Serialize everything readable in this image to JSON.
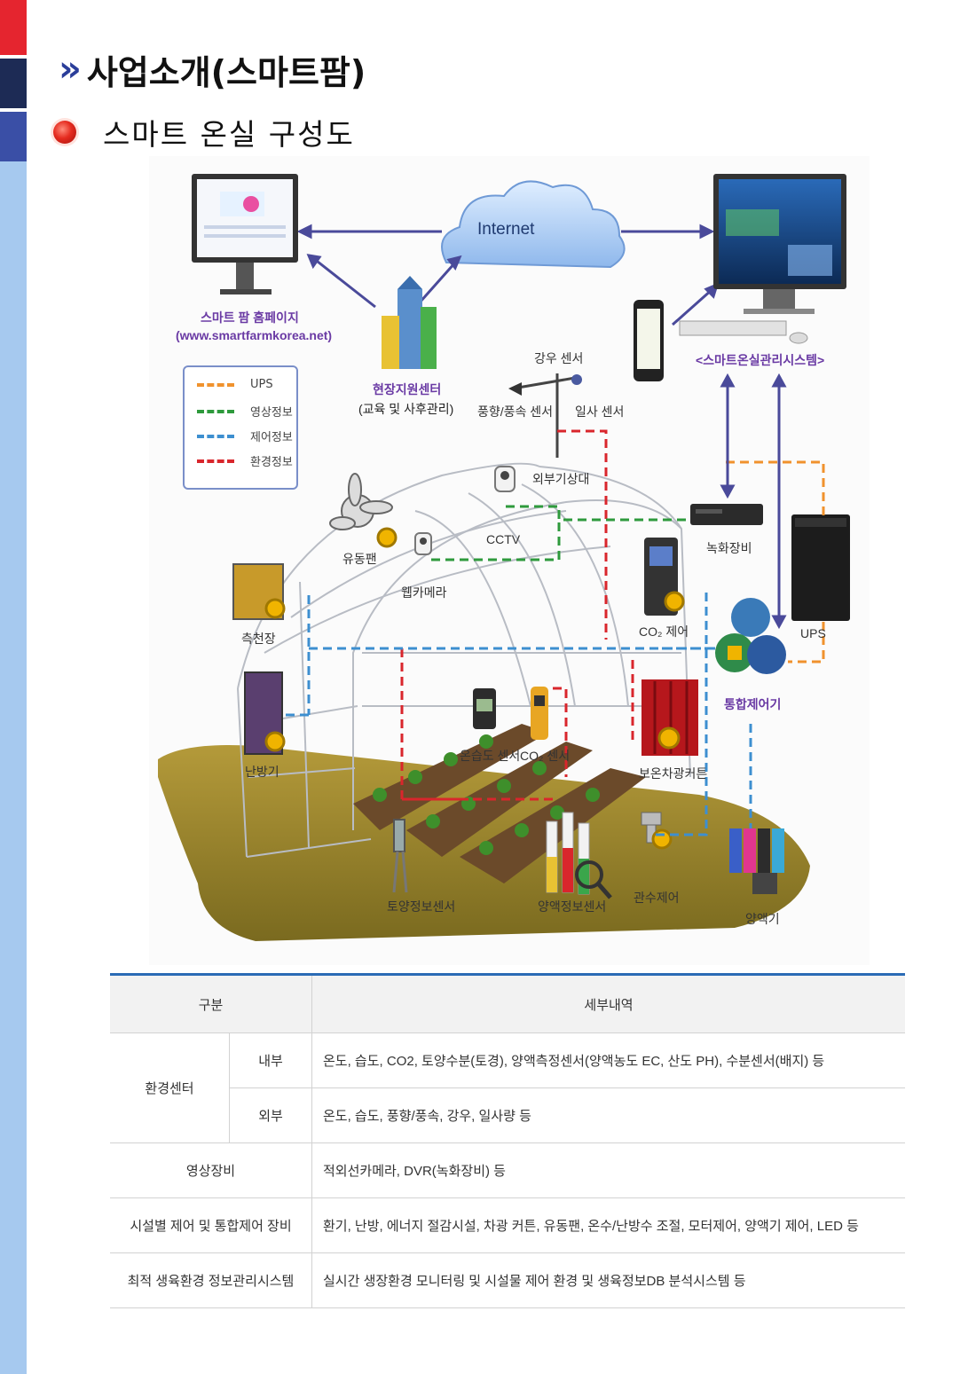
{
  "header": {
    "title": "사업소개(스마트팜)",
    "subtitle": "스마트 온실 구성도"
  },
  "diagram": {
    "cloud": "Internet",
    "homepage_label": "스마트 팜 홈페이지",
    "homepage_url": "(www.smartfarmkorea.net)",
    "center_label": "현장지원센터",
    "center_sub": "(교육 및 사후관리)",
    "system_label": "<스마트온실관리시스템>",
    "rain_sensor": "강우 센서",
    "wind_sensor": "풍향/풍속 센서",
    "solar_sensor": "일사 센서",
    "weather": "외부기상대",
    "cctv": "CCTV",
    "fan": "유동팬",
    "webcam": "웹카메라",
    "recorder": "녹화장비",
    "side_window": "측천장",
    "co2_control": "CO₂ 제어",
    "ups": "UPS",
    "integrated": "통합제어기",
    "heater": "난방기",
    "hum_sensor": "온습도 센서",
    "co2_sensor": "CO₂ 센서",
    "curtain": "보온차광커튼",
    "soil_sensor": "토양정보센서",
    "nutrient_sensor": "양액정보센서",
    "irrigation": "관수제어",
    "nutrient_machine": "양액기",
    "legend": [
      {
        "label": "UPS",
        "color": "#f0922d"
      },
      {
        "label": "영상정보",
        "color": "#2e9a3c"
      },
      {
        "label": "제어정보",
        "color": "#3d8fd0"
      },
      {
        "label": "환경정보",
        "color": "#d9262c"
      }
    ]
  },
  "table": {
    "headers": [
      "구분",
      "세부내역"
    ],
    "rows": [
      {
        "category": "환경센터",
        "sub": "내부",
        "detail": "온도, 습도, CO2, 토양수분(토경), 양액측정센서(양액농도 EC, 산도 PH), 수분센서(배지) 등"
      },
      {
        "sub": "외부",
        "detail": "온도, 습도, 풍향/풍속, 강우, 일사량 등"
      },
      {
        "category": "영상장비",
        "detail": "적외선카메라, DVR(녹화장비) 등"
      },
      {
        "category": "시설별 제어 및 통합제어 장비",
        "detail": "환기, 난방, 에너지 절감시설, 차광 커튼, 유동팬, 온수/난방수 조절, 모터제어, 양액기 제어, LED 등"
      },
      {
        "category": "최적 생육환경 정보관리시스템",
        "detail": "실시간 생장환경 모니터링 및 시설물 제어 환경 및 생육정보DB 분석시스템 등"
      }
    ]
  }
}
